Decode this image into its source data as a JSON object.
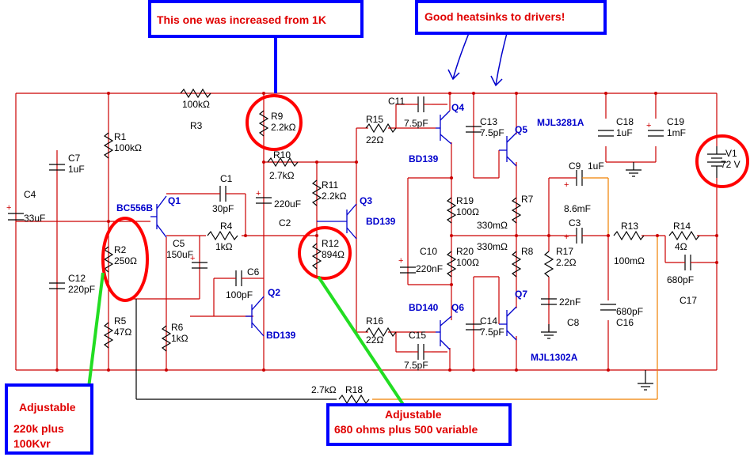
{
  "annotations": {
    "increased": "This one was increased from 1K",
    "heatsinks": "Good heatsinks to drivers!",
    "adjustable1": "Adjustable",
    "adjustable1_line2": "220k plus",
    "adjustable1_line3": "100Kvr",
    "adjustable2": "Adjustable",
    "adjustable2_line2": "680 ohms plus 500 variable"
  },
  "components": {
    "R1": {
      "ref": "R1",
      "val": "100kΩ"
    },
    "R2": {
      "ref": "R2",
      "val": "250Ω"
    },
    "R3": {
      "ref": "R3",
      "val": "100kΩ"
    },
    "R4": {
      "ref": "R4",
      "val": "1kΩ"
    },
    "R5": {
      "ref": "R5",
      "val": "47Ω"
    },
    "R6": {
      "ref": "R6",
      "val": "1kΩ"
    },
    "R7": {
      "ref": "R7",
      "val": "330mΩ"
    },
    "R8": {
      "ref": "R8",
      "val": "330mΩ"
    },
    "R9": {
      "ref": "R9",
      "val": "2.2kΩ"
    },
    "R10": {
      "ref": "R10",
      "val": "2.7kΩ"
    },
    "R11": {
      "ref": "R11",
      "val": "2.2kΩ"
    },
    "R12": {
      "ref": "R12",
      "val": "894Ω"
    },
    "R13": {
      "ref": "R13",
      "val": "100mΩ"
    },
    "R14": {
      "ref": "R14",
      "val": "4Ω"
    },
    "R15": {
      "ref": "R15",
      "val": "22Ω"
    },
    "R16": {
      "ref": "R16",
      "val": "22Ω"
    },
    "R17": {
      "ref": "R17",
      "val": "2.2Ω"
    },
    "R18": {
      "ref": "R18",
      "val": "2.7kΩ"
    },
    "R19": {
      "ref": "R19",
      "val": "100Ω"
    },
    "R20": {
      "ref": "R20",
      "val": "100Ω"
    },
    "C1": {
      "ref": "C1",
      "val": "30pF"
    },
    "C2": {
      "ref": "C2",
      "val": "220uF"
    },
    "C3": {
      "ref": "C3",
      "val": "8.6mF"
    },
    "C4": {
      "ref": "C4",
      "val": "33uF"
    },
    "C5": {
      "ref": "C5",
      "val": "150uF"
    },
    "C6": {
      "ref": "C6",
      "val": "100pF"
    },
    "C7": {
      "ref": "C7",
      "val": "1uF"
    },
    "C8": {
      "ref": "C8",
      "val": "22nF"
    },
    "C9": {
      "ref": "C9",
      "val": "1uF"
    },
    "C10": {
      "ref": "C10",
      "val": "220nF"
    },
    "C11": {
      "ref": "C11",
      "val": "7.5pF"
    },
    "C12": {
      "ref": "C12",
      "val": "220pF"
    },
    "C13": {
      "ref": "C13",
      "val": "7.5pF"
    },
    "C14": {
      "ref": "C14",
      "val": "7.5pF"
    },
    "C15": {
      "ref": "C15",
      "val": "7.5pF"
    },
    "C16": {
      "ref": "C16",
      "val": "680pF"
    },
    "C17": {
      "ref": "C17",
      "val": "680pF"
    },
    "C18": {
      "ref": "C18",
      "val": "1uF"
    },
    "C19": {
      "ref": "C19",
      "val": "1mF"
    },
    "V1": {
      "ref": "V1",
      "val": "72 V"
    }
  },
  "transistors": {
    "Q1": {
      "ref": "Q1",
      "part": "BC556B"
    },
    "Q2": {
      "ref": "Q2",
      "part": "BD139"
    },
    "Q3": {
      "ref": "Q3",
      "part": "BD139"
    },
    "Q4": {
      "ref": "Q4",
      "part": "BD139"
    },
    "Q5": {
      "ref": "Q5",
      "part": "MJL3281A"
    },
    "Q6": {
      "ref": "Q6",
      "part": "BD140"
    },
    "Q7": {
      "ref": "Q7",
      "part": "MJL1302A"
    }
  },
  "colors": {
    "wire": "#cc0000",
    "component": "#000000",
    "transistor": "#0000cc",
    "annotation_box": "#0000ff",
    "highlight": "#ff0000",
    "pointer": "#22dd22",
    "feedback": "#f08000"
  }
}
